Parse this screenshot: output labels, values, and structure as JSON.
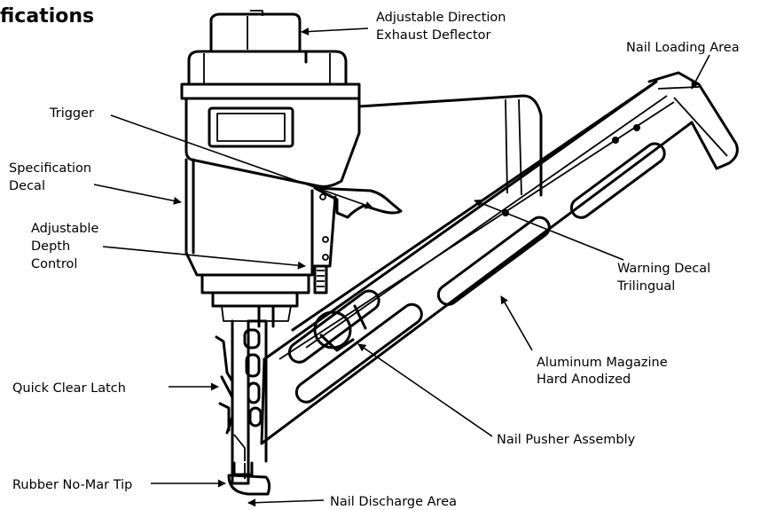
{
  "title": "fications",
  "labels": {
    "exhaust_deflector": [
      "Adjustable Direction",
      "Exhaust Deflector"
    ],
    "nail_loading_area": [
      "Nail Loading Area"
    ],
    "trigger": [
      "Trigger"
    ],
    "specification_decal": [
      "Specification",
      "Decal"
    ],
    "depth_control": [
      "Adjustable",
      "Depth",
      "Control"
    ],
    "warning_decal": [
      "Warning Decal",
      "Trilingual"
    ],
    "aluminum_magazine": [
      "Aluminum Magazine",
      "Hard Anodized"
    ],
    "quick_clear_latch": [
      "Quick Clear Latch"
    ],
    "nail_pusher_assembly": [
      "Nail Pusher Assembly"
    ],
    "rubber_tip": [
      "Rubber No-Mar Tip"
    ],
    "nail_discharge_area": [
      "Nail Discharge Area"
    ]
  }
}
